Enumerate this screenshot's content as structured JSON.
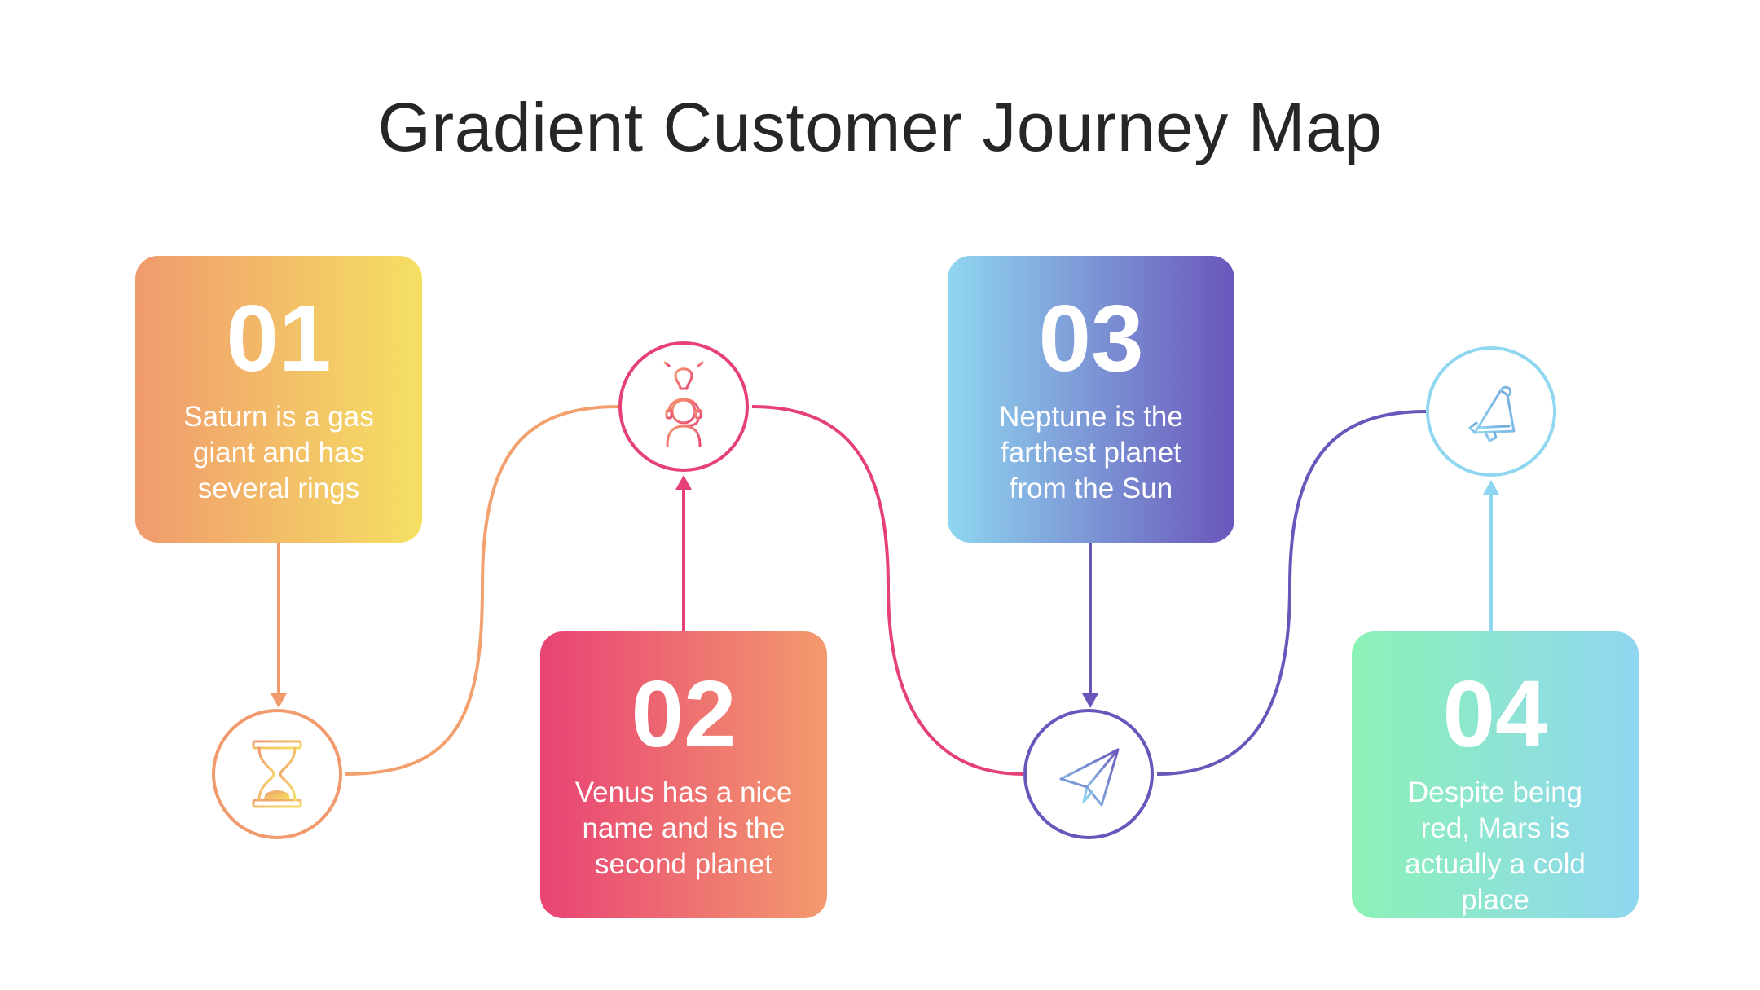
{
  "title": "Gradient Customer Journey Map",
  "steps": [
    {
      "number": "01",
      "text": "Saturn is a gas giant and has several rings",
      "icon": "hourglass-icon",
      "color": "#f09a6d"
    },
    {
      "number": "02",
      "text": "Venus has a nice name and is the second planet",
      "icon": "idea-support-icon",
      "color": "#e64079"
    },
    {
      "number": "03",
      "text": "Neptune is the farthest planet from the Sun",
      "icon": "paper-plane-icon",
      "color": "#6a56bb"
    },
    {
      "number": "04",
      "text": "Despite being red, Mars is actually a cold place",
      "icon": "megaphone-icon",
      "color": "#8fd6f0"
    }
  ]
}
